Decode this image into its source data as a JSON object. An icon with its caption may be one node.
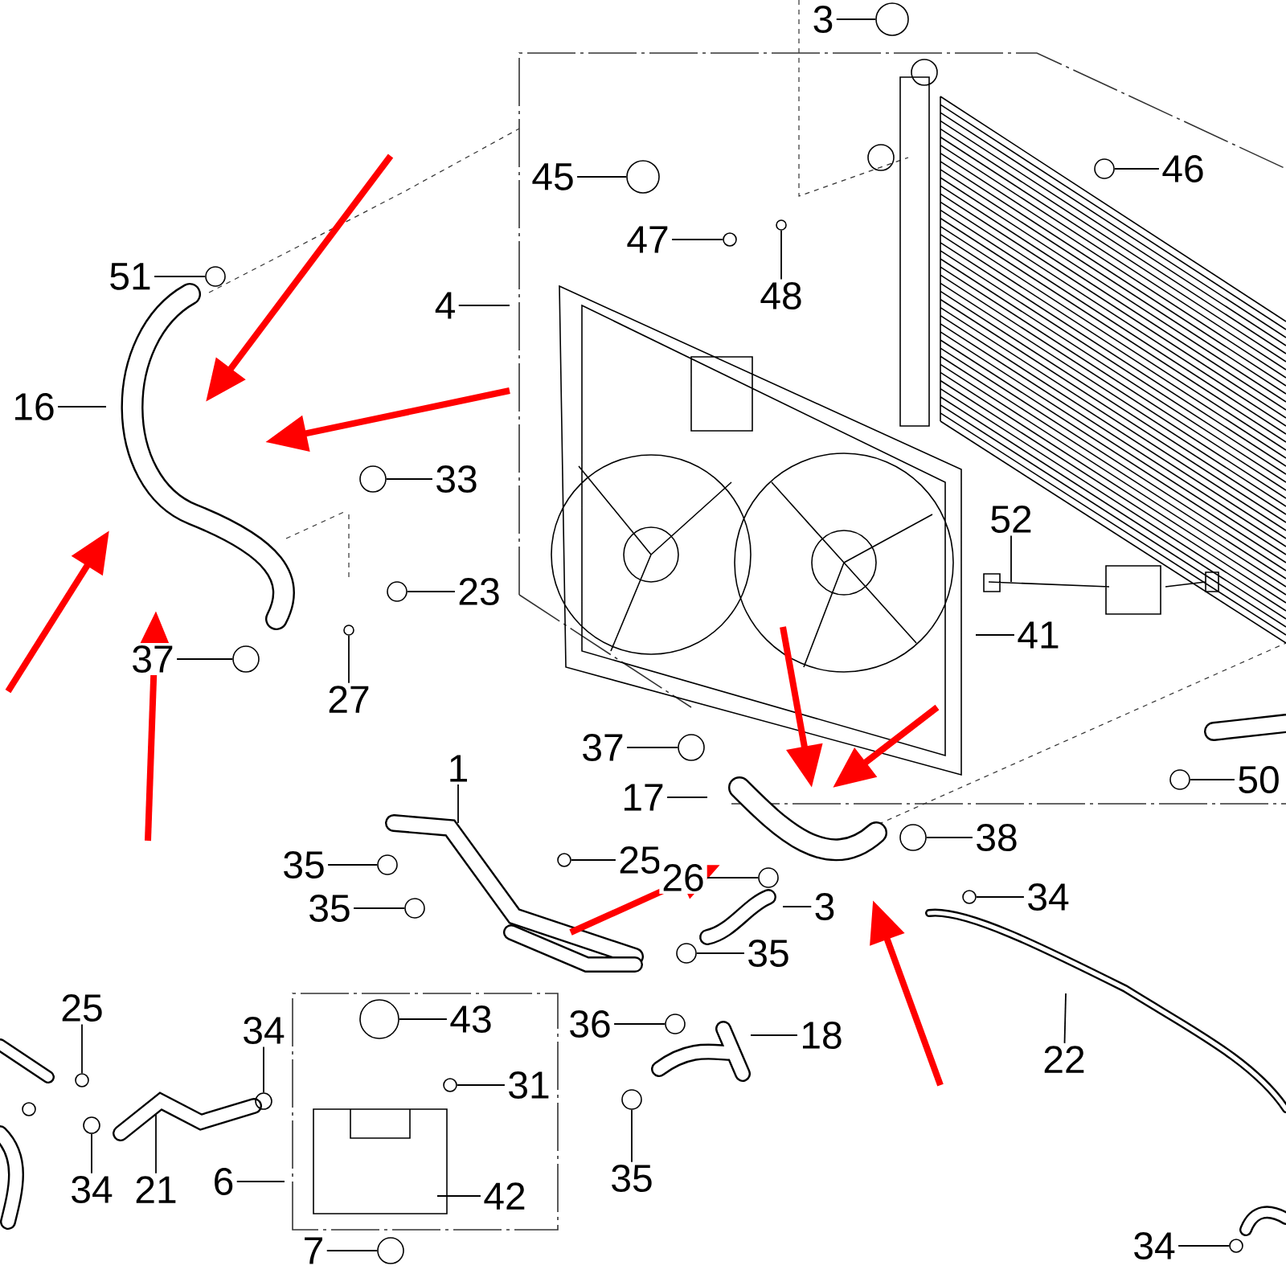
{
  "diagram": {
    "nodes": [
      {
        "text": [
          "3"
        ]
      },
      {
        "text": [
          "45"
        ]
      },
      {
        "text": [
          "46"
        ]
      },
      {
        "text": [
          "47"
        ]
      },
      {
        "text": [
          "48"
        ]
      },
      {
        "text": [
          "51"
        ]
      },
      {
        "text": [
          "4"
        ]
      },
      {
        "text": [
          "16"
        ]
      },
      {
        "text": [
          "33"
        ]
      },
      {
        "text": [
          "52"
        ]
      },
      {
        "text": [
          "23"
        ]
      },
      {
        "text": [
          "37"
        ]
      },
      {
        "text": [
          "27"
        ]
      },
      {
        "text": [
          "41"
        ]
      },
      {
        "text": [
          "37"
        ]
      },
      {
        "text": [
          "50"
        ]
      },
      {
        "text": [
          "1"
        ]
      },
      {
        "text": [
          "17"
        ]
      },
      {
        "text": [
          "38"
        ]
      },
      {
        "text": [
          "35"
        ]
      },
      {
        "text": [
          "25"
        ]
      },
      {
        "text": [
          "26"
        ]
      },
      {
        "text": [
          "34"
        ]
      },
      {
        "text": [
          "35"
        ]
      },
      {
        "text": [
          "3"
        ]
      },
      {
        "text": [
          "35"
        ]
      },
      {
        "text": [
          "25"
        ]
      },
      {
        "text": [
          "43"
        ]
      },
      {
        "text": [
          "34"
        ]
      },
      {
        "text": [
          "36"
        ]
      },
      {
        "text": [
          "18"
        ]
      },
      {
        "text": [
          "31"
        ]
      },
      {
        "text": [
          "22"
        ]
      },
      {
        "text": [
          "34"
        ]
      },
      {
        "text": [
          "21"
        ]
      },
      {
        "text": [
          "6"
        ]
      },
      {
        "text": [
          "42"
        ]
      },
      {
        "text": [
          "35"
        ]
      },
      {
        "text": [
          "7"
        ]
      },
      {
        "text": [
          "34"
        ]
      },
      {
        "text": [],
        "shape": "circle"
      },
      {
        "text": [],
        "shape": "circle"
      },
      {
        "text": [],
        "shape": "circle"
      },
      {
        "text": [],
        "shape": "circle"
      },
      {
        "text": [],
        "shape": "circle"
      },
      {
        "text": [],
        "shape": "circle"
      },
      {
        "text": [],
        "shape": "circle"
      },
      {
        "text": [],
        "shape": "circle"
      },
      {
        "text": [],
        "shape": "circle"
      },
      {
        "text": [],
        "shape": "circle"
      },
      {
        "text": [],
        "shape": "circle"
      },
      {
        "text": [],
        "shape": "circle"
      },
      {
        "text": [],
        "shape": "circle"
      },
      {
        "text": [],
        "shape": "circle"
      },
      {
        "text": [],
        "shape": "circle"
      },
      {
        "text": [],
        "shape": "circle"
      },
      {
        "text": [],
        "shape": "circle"
      },
      {
        "text": [],
        "shape": "circle"
      },
      {
        "text": [],
        "shape": "circle"
      },
      {
        "text": [],
        "shape": "circle"
      },
      {
        "text": [],
        "shape": "circle"
      },
      {
        "text": [],
        "shape": "circle"
      },
      {
        "text": [],
        "shape": "circle"
      },
      {
        "text": [],
        "shape": "circle"
      },
      {
        "text": [],
        "shape": "circle"
      },
      {
        "text": [],
        "shape": "circle"
      },
      {
        "text": [],
        "shape": "circle"
      },
      {
        "text": [],
        "shape": "circle"
      }
    ],
    "edges": [
      {
        "from": 0,
        "to": 40,
        "arrow": "none"
      },
      {
        "from": 1,
        "to": 41,
        "arrow": "none"
      },
      {
        "from": 2,
        "to": 42,
        "arrow": "none"
      },
      {
        "from": 3,
        "to": 43,
        "arrow": "none"
      },
      {
        "from": 4,
        "to": 44,
        "arrow": "none"
      },
      {
        "from": 5,
        "to": 45,
        "arrow": "none"
      },
      {
        "from": 6,
        "to": null,
        "arrow": "none"
      },
      {
        "from": 7,
        "to": null,
        "arrow": "none"
      },
      {
        "from": 8,
        "to": 46,
        "arrow": "none"
      },
      {
        "from": 9,
        "to": null,
        "arrow": "none"
      },
      {
        "from": 10,
        "to": 47,
        "arrow": "none"
      },
      {
        "from": 11,
        "to": 48,
        "arrow": "none"
      },
      {
        "from": 12,
        "to": 49,
        "arrow": "none"
      },
      {
        "from": 13,
        "to": null,
        "arrow": "none"
      },
      {
        "from": 14,
        "to": 50,
        "arrow": "none"
      },
      {
        "from": 15,
        "to": 51,
        "arrow": "none"
      },
      {
        "from": 16,
        "to": null,
        "arrow": "none"
      },
      {
        "from": 17,
        "to": null,
        "arrow": "none"
      },
      {
        "from": 18,
        "to": 52,
        "arrow": "none"
      },
      {
        "from": 19,
        "to": 53,
        "arrow": "none"
      },
      {
        "from": 20,
        "to": 54,
        "arrow": "none"
      },
      {
        "from": 21,
        "to": 55,
        "arrow": "none"
      },
      {
        "from": 22,
        "to": 56,
        "arrow": "none"
      },
      {
        "from": 23,
        "to": 57,
        "arrow": "none"
      },
      {
        "from": 24,
        "to": null,
        "arrow": "none"
      },
      {
        "from": 25,
        "to": 58,
        "arrow": "none"
      },
      {
        "from": 26,
        "to": 59,
        "arrow": "none"
      },
      {
        "from": 27,
        "to": 60,
        "arrow": "none"
      },
      {
        "from": 28,
        "to": 61,
        "arrow": "none"
      },
      {
        "from": 29,
        "to": 62,
        "arrow": "none"
      },
      {
        "from": 30,
        "to": null,
        "arrow": "none"
      },
      {
        "from": 31,
        "to": 63,
        "arrow": "none"
      },
      {
        "from": 32,
        "to": null,
        "arrow": "none"
      },
      {
        "from": 33,
        "to": 64,
        "arrow": "none"
      },
      {
        "from": 34,
        "to": null,
        "arrow": "none"
      },
      {
        "from": 35,
        "to": null,
        "arrow": "none"
      },
      {
        "from": 36,
        "to": null,
        "arrow": "none"
      },
      {
        "from": 37,
        "to": 65,
        "arrow": "none"
      },
      {
        "from": 38,
        "to": 66,
        "arrow": "none"
      },
      {
        "from": 39,
        "to": 67,
        "arrow": "none"
      }
    ]
  }
}
